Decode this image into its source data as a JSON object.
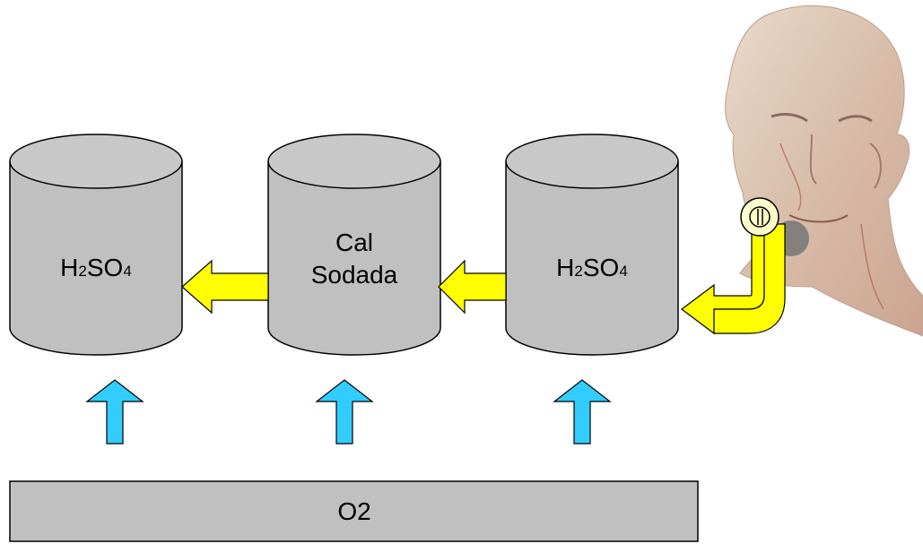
{
  "cylinders": [
    {
      "id": "left",
      "parts": [
        [
          "H",
          "2"
        ],
        [
          "SO",
          "4"
        ]
      ]
    },
    {
      "id": "middle",
      "lines": [
        "Cal",
        "Sodada"
      ]
    },
    {
      "id": "right",
      "parts": [
        [
          "H",
          "2"
        ],
        [
          "SO",
          "4"
        ]
      ]
    }
  ],
  "bar": {
    "label": "O2"
  },
  "colors": {
    "cylinder_fill": "#c0c0c0",
    "cylinder_top": "#c8c8c8",
    "flow_arrow": "#ffff00",
    "oxygen_arrow": "#33ccff",
    "bar_fill": "#c0c0c0",
    "outline": "#000000"
  },
  "icons": {
    "head": "human-head-icon",
    "mouthpiece": "mouthpiece-icon"
  }
}
